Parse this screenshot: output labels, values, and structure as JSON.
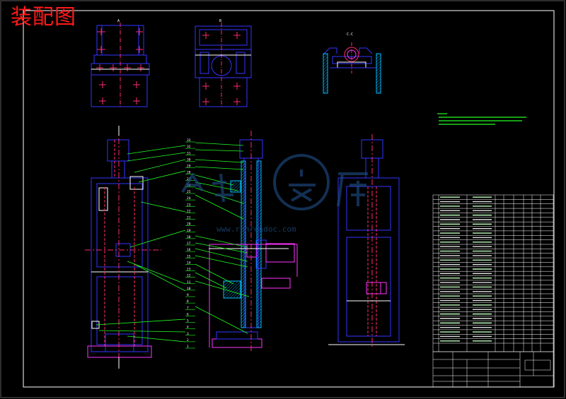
{
  "title": "装配图",
  "watermark": {
    "brand": "人人文库",
    "url": "www.renrendoc.com"
  },
  "view_labels": {
    "top_a": "A",
    "top_b": "B",
    "section_c": "C-C"
  },
  "part_numbers": [
    "1",
    "2",
    "3",
    "4",
    "5",
    "6",
    "7",
    "8",
    "9",
    "10",
    "11",
    "12",
    "13",
    "14",
    "15",
    "16",
    "17",
    "18",
    "19",
    "20",
    "21",
    "22",
    "23",
    "24",
    "25",
    "26",
    "27",
    "28",
    "29",
    "30",
    "31",
    "32",
    "33"
  ],
  "colors": {
    "outline": "#3333ff",
    "centerline": "#ff2a6d",
    "leader": "#22ff22",
    "frame": "#ffffff",
    "dimension": "#ff33ff",
    "title_text": "#ff1a1a"
  }
}
